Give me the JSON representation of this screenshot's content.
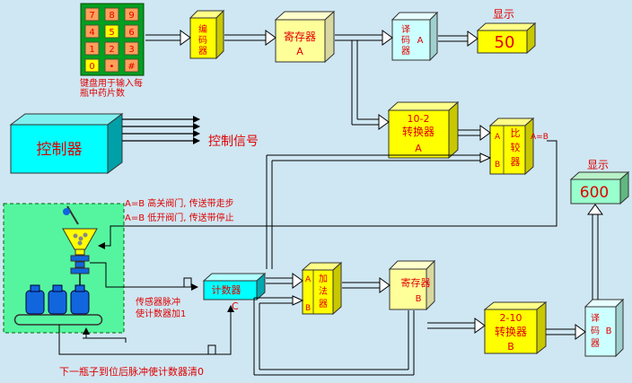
{
  "keypad": {
    "keys": [
      "7",
      "8",
      "9",
      "4",
      "5",
      "6",
      "1",
      "2",
      "3",
      "0",
      "•",
      "#"
    ],
    "caption_line1": "键盘用于输入每",
    "caption_line2": "瓶中药片数"
  },
  "blocks": {
    "encoder": [
      "编",
      "码",
      "器"
    ],
    "register_a": [
      "寄存器",
      "A"
    ],
    "decoder_a": [
      "译",
      "码",
      "器",
      "A"
    ],
    "display_a": {
      "title": "显示",
      "value": "50"
    },
    "converter_a": [
      "10-2",
      "转换器",
      "A"
    ],
    "comparator": {
      "chars": [
        "比",
        "较",
        "器"
      ],
      "in_a": "A",
      "in_b": "B",
      "out": "A=B"
    },
    "controller": "控制器",
    "control_signal": "控制信号",
    "counter": {
      "label": "计数器",
      "sub": "C"
    },
    "adder": {
      "in_a": "A",
      "in_b": "B",
      "chars": [
        "加",
        "法",
        "器"
      ]
    },
    "register_b": [
      "寄存器",
      "B"
    ],
    "converter_b": [
      "2-10",
      "转换器",
      "B"
    ],
    "decoder_b": {
      "chars": [
        "译",
        "码",
        "器"
      ],
      "sub": "B"
    },
    "display_b": {
      "title": "显示",
      "value": "600"
    }
  },
  "notes": {
    "ab_high": "A=B 高关阀门, 传送带走步",
    "ab_low": "A=B 低开阀门, 传送带停止",
    "sensor_line1": "传感器脉冲",
    "sensor_line2": "使计数器加1",
    "next_bottle": "下一瓶子到位后脉冲使计数器清0"
  },
  "colors": {
    "yellow": "#ffff00",
    "cyan": "#00ffff",
    "pale_cyan": "#ccffff",
    "green": "#009900",
    "light_green": "#55f5a0",
    "text_red": "#e00000",
    "bottle_blue": "#1166dd"
  }
}
